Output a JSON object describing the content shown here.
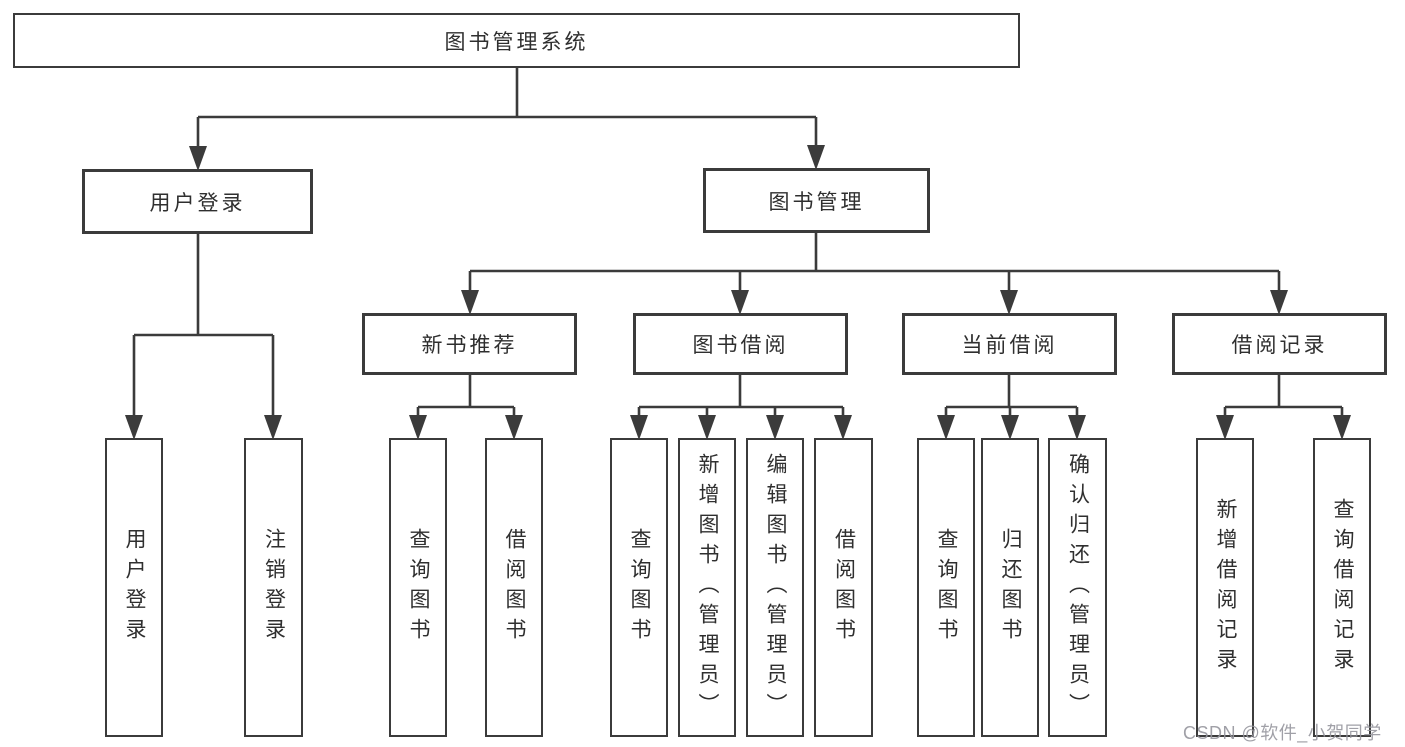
{
  "tree": {
    "label": "图书管理系统",
    "children": [
      {
        "label": "用户登录",
        "children": [
          {
            "label": "用户登录"
          },
          {
            "label": "注销登录"
          }
        ]
      },
      {
        "label": "图书管理",
        "children": [
          {
            "label": "新书推荐",
            "children": [
              {
                "label": "查询图书"
              },
              {
                "label": "借阅图书"
              }
            ]
          },
          {
            "label": "图书借阅",
            "children": [
              {
                "label": "查询图书"
              },
              {
                "label": "新增图书（管理员）"
              },
              {
                "label": "编辑图书（管理员）"
              },
              {
                "label": "借阅图书"
              }
            ]
          },
          {
            "label": "当前借阅",
            "children": [
              {
                "label": "查询图书"
              },
              {
                "label": "归还图书"
              },
              {
                "label": "确认归还（管理员）"
              }
            ]
          },
          {
            "label": "借阅记录",
            "children": [
              {
                "label": "新增借阅记录"
              },
              {
                "label": "查询借阅记录"
              }
            ]
          }
        ]
      }
    ]
  },
  "watermark": {
    "text": "CSDN @软件_小贺同学"
  },
  "colors": {
    "line": "#3b3b3b",
    "text": "#2f2f2f",
    "watermark": "#96969e",
    "background": "#ffffff"
  }
}
